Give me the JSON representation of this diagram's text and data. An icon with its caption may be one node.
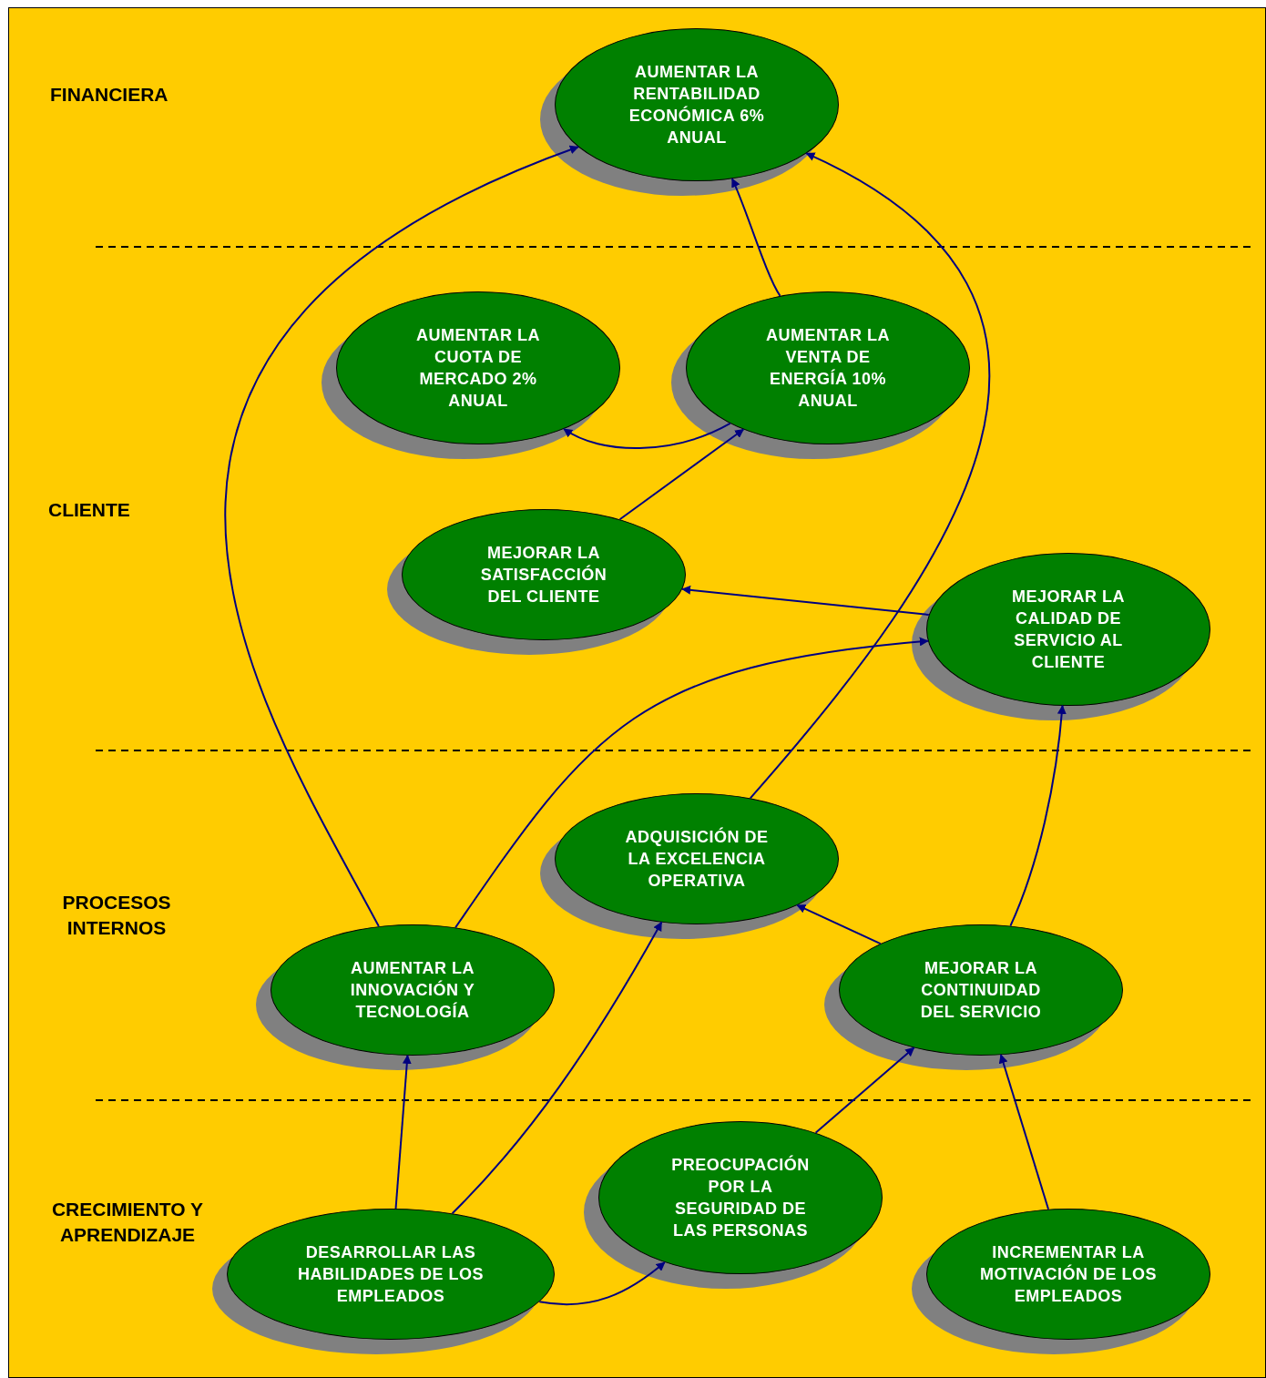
{
  "diagram": {
    "nodes": [
      {
        "text": [
          "AUMENTAR LA RENTABILIDAD ECONÓMICA 6% ANUAL"
        ]
      },
      {
        "text": [
          "AUMENTAR LA CUOTA DE MERCADO 2% ANUAL"
        ]
      },
      {
        "text": [
          "AUMENTAR LA VENTA DE ENERGÍA 10% ANUAL"
        ]
      },
      {
        "text": [
          "MEJORAR LA SATISFACCIÓN DEL CLIENTE"
        ]
      },
      {
        "text": [
          "MEJORAR LA CALIDAD DE SERVICIO AL CLIENTE"
        ]
      },
      {
        "text": [
          "ADQUISICIÓN DE LA EXCELENCIA OPERATIVA"
        ]
      },
      {
        "text": [
          "AUMENTAR LA INNOVACIÓN Y TECNOLOGÍA"
        ]
      },
      {
        "text": [
          "MEJORAR LA CONTINUIDAD DEL SERVICIO"
        ]
      },
      {
        "text": [
          "PREOCUPACIÓN POR LA SEGURIDAD DE LAS PERSONAS"
        ]
      },
      {
        "text": [
          "DESARROLLAR LAS HABILIDADES DE LOS EMPLEADOS"
        ]
      },
      {
        "text": [
          "INCREMENTAR LA MOTIVACIÓN DE LOS EMPLEADOS"
        ]
      }
    ],
    "edges": [
      {
        "from": 6,
        "to": 0,
        "arrow": "to"
      },
      {
        "from": 2,
        "to": 0,
        "arrow": "to"
      },
      {
        "from": 5,
        "to": 0,
        "arrow": "to"
      },
      {
        "from": 2,
        "to": 1,
        "arrow": "to"
      },
      {
        "from": 3,
        "to": 2,
        "arrow": "to"
      },
      {
        "from": 4,
        "to": 3,
        "arrow": "to"
      },
      {
        "from": 6,
        "to": 4,
        "arrow": "to"
      },
      {
        "from": 7,
        "to": 5,
        "arrow": "to"
      },
      {
        "from": 7,
        "to": 4,
        "arrow": "to"
      },
      {
        "from": 9,
        "to": 6,
        "arrow": "to"
      },
      {
        "from": 9,
        "to": 5,
        "arrow": "to"
      },
      {
        "from": 8,
        "to": 7,
        "arrow": "to"
      },
      {
        "from": 10,
        "to": 7,
        "arrow": "to"
      },
      {
        "from": 9,
        "to": 8,
        "arrow": "to"
      }
    ],
    "labels": [
      "FINANCIERA",
      "CLIENTE",
      "PROCESOS INTERNOS",
      "CRECIMIENTO Y APRENDIZAJE"
    ]
  }
}
